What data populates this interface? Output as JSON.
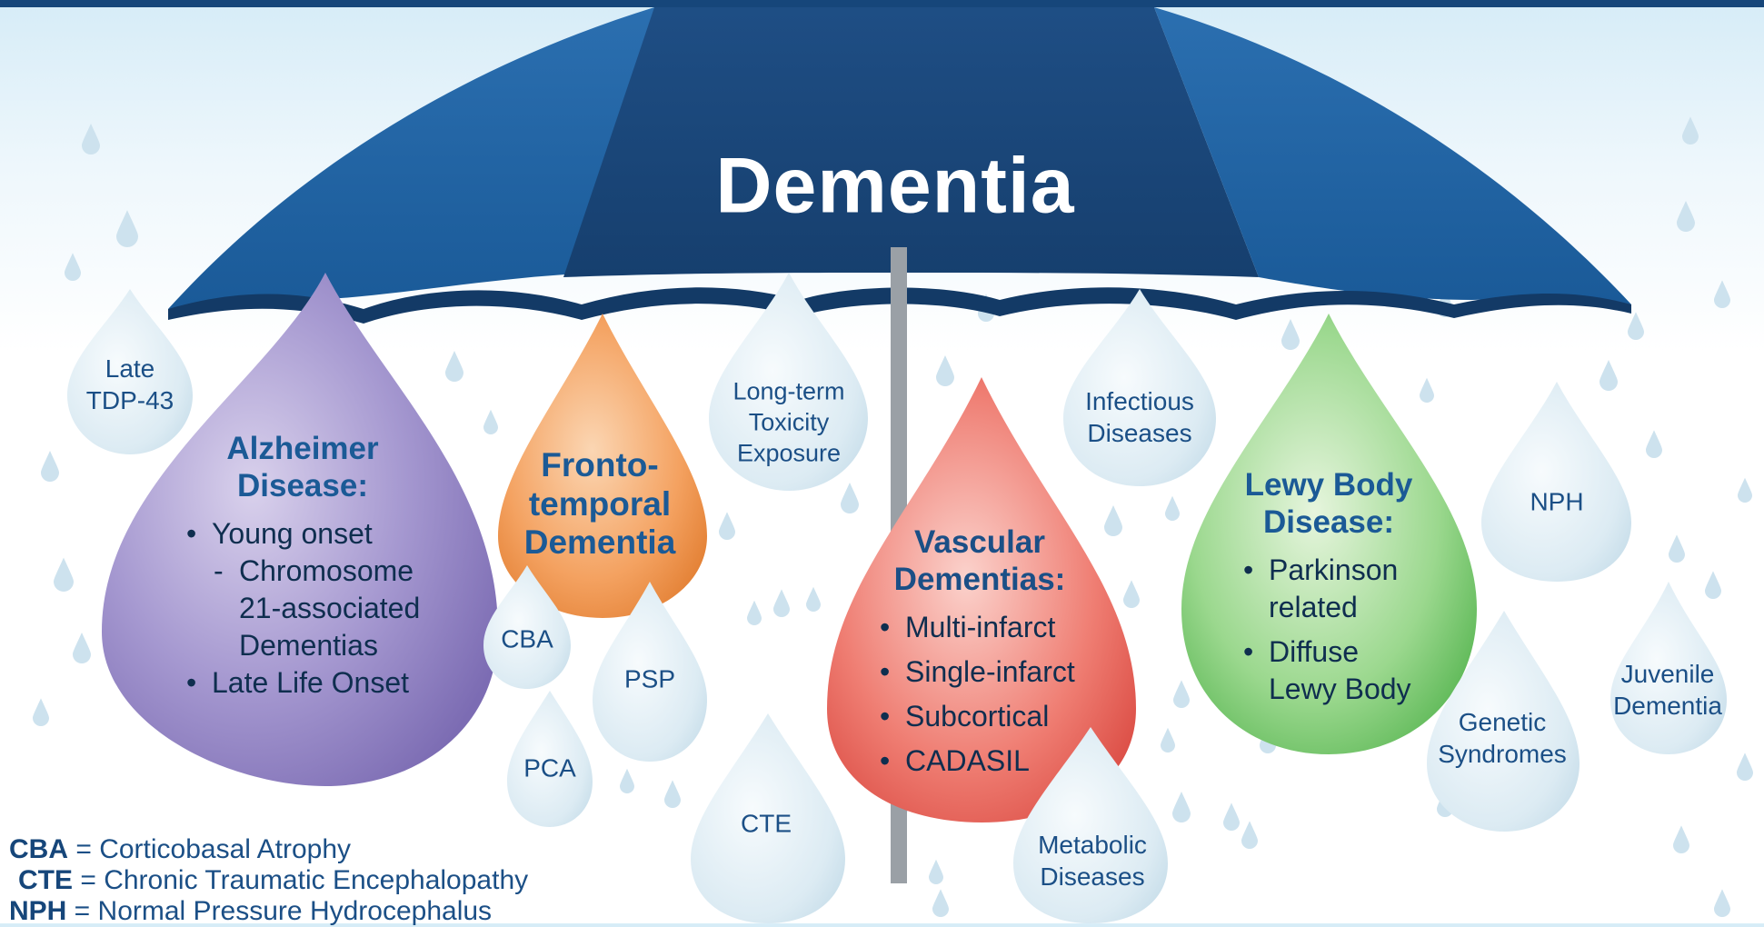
{
  "title": "Dementia",
  "main_drops": {
    "alzheimer": {
      "heading_lines": [
        "Alzheimer",
        "Disease:"
      ],
      "items": [
        "Young onset",
        "Late Life Onset"
      ],
      "sub_items": [
        "Chromosome",
        "21-associated",
        "Dementias"
      ]
    },
    "frontotemporal": {
      "heading_lines": [
        "Fronto-",
        "temporal",
        "Dementia"
      ]
    },
    "vascular": {
      "heading_lines": [
        "Vascular",
        "Dementias:"
      ],
      "items": [
        "Multi-infarct",
        "Single-infarct",
        "Subcortical",
        "CADASIL"
      ]
    },
    "lewy": {
      "heading_lines": [
        "Lewy Body",
        "Disease:"
      ],
      "items": [
        [
          "Parkinson",
          "related"
        ],
        [
          "Diffuse",
          "Lewy Body"
        ]
      ]
    }
  },
  "small_drops": {
    "late_tdp43": [
      "Late",
      "TDP-43"
    ],
    "long_term_toxicity": [
      "Long-term",
      "Toxicity",
      "Exposure"
    ],
    "infectious": [
      "Infectious",
      "Diseases"
    ],
    "nph": [
      "NPH"
    ],
    "cba": [
      "CBA"
    ],
    "psp": [
      "PSP"
    ],
    "pca": [
      "PCA"
    ],
    "cte": [
      "CTE"
    ],
    "metabolic": [
      "Metabolic",
      "Diseases"
    ],
    "genetic": [
      "Genetic",
      "Syndromes"
    ],
    "juvenile": [
      "Juvenile",
      "Dementia"
    ]
  },
  "legend": [
    {
      "abbr": "CBA",
      "sep": " = ",
      "full": "Corticobasal Atrophy"
    },
    {
      "abbr": "CTE",
      "sep": " = ",
      "full": "Chronic Traumatic Encephalopathy"
    },
    {
      "abbr": "NPH",
      "sep": " = ",
      "full": "Normal Pressure Hydrocephalus"
    }
  ],
  "colors": {
    "umbrella_dark": "#16467a",
    "umbrella_mid": "#1d5c99",
    "alzheimer_drop": "#9a8cc8",
    "ftd_drop": "#f0924a",
    "vascular_drop": "#e8615a",
    "lewy_drop": "#6cc46a",
    "small_drop": "#d4e7f1",
    "label_blue": "#1b4f86"
  }
}
